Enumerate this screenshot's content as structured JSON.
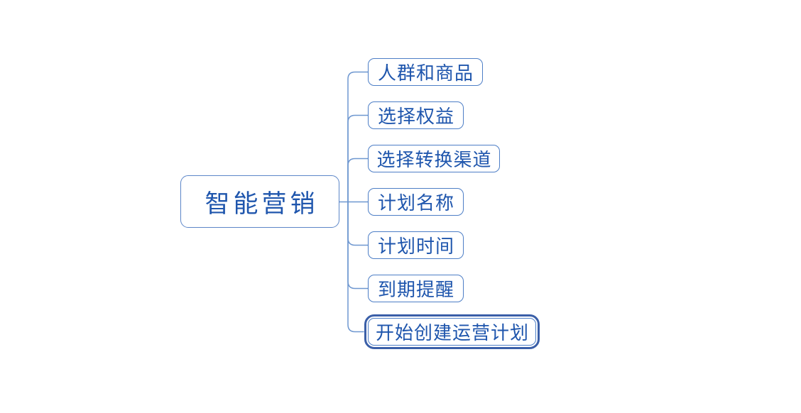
{
  "diagram": {
    "type": "mindmap",
    "root": {
      "label": "智能营销"
    },
    "children": [
      {
        "label": "人群和商品",
        "selected": false
      },
      {
        "label": "选择权益",
        "selected": false
      },
      {
        "label": "选择转换渠道",
        "selected": false
      },
      {
        "label": "计划名称",
        "selected": false
      },
      {
        "label": "计划时间",
        "selected": false
      },
      {
        "label": "到期提醒",
        "selected": false
      },
      {
        "label": "开始创建运营计划",
        "selected": true
      }
    ],
    "colors": {
      "node_border": "#4d7ec6",
      "root_border": "#5c86c8",
      "node_text": "#1f56ad",
      "connector": "#6e97d0",
      "selection_ring": "#3a5fa8",
      "background": "#ffffff"
    }
  }
}
